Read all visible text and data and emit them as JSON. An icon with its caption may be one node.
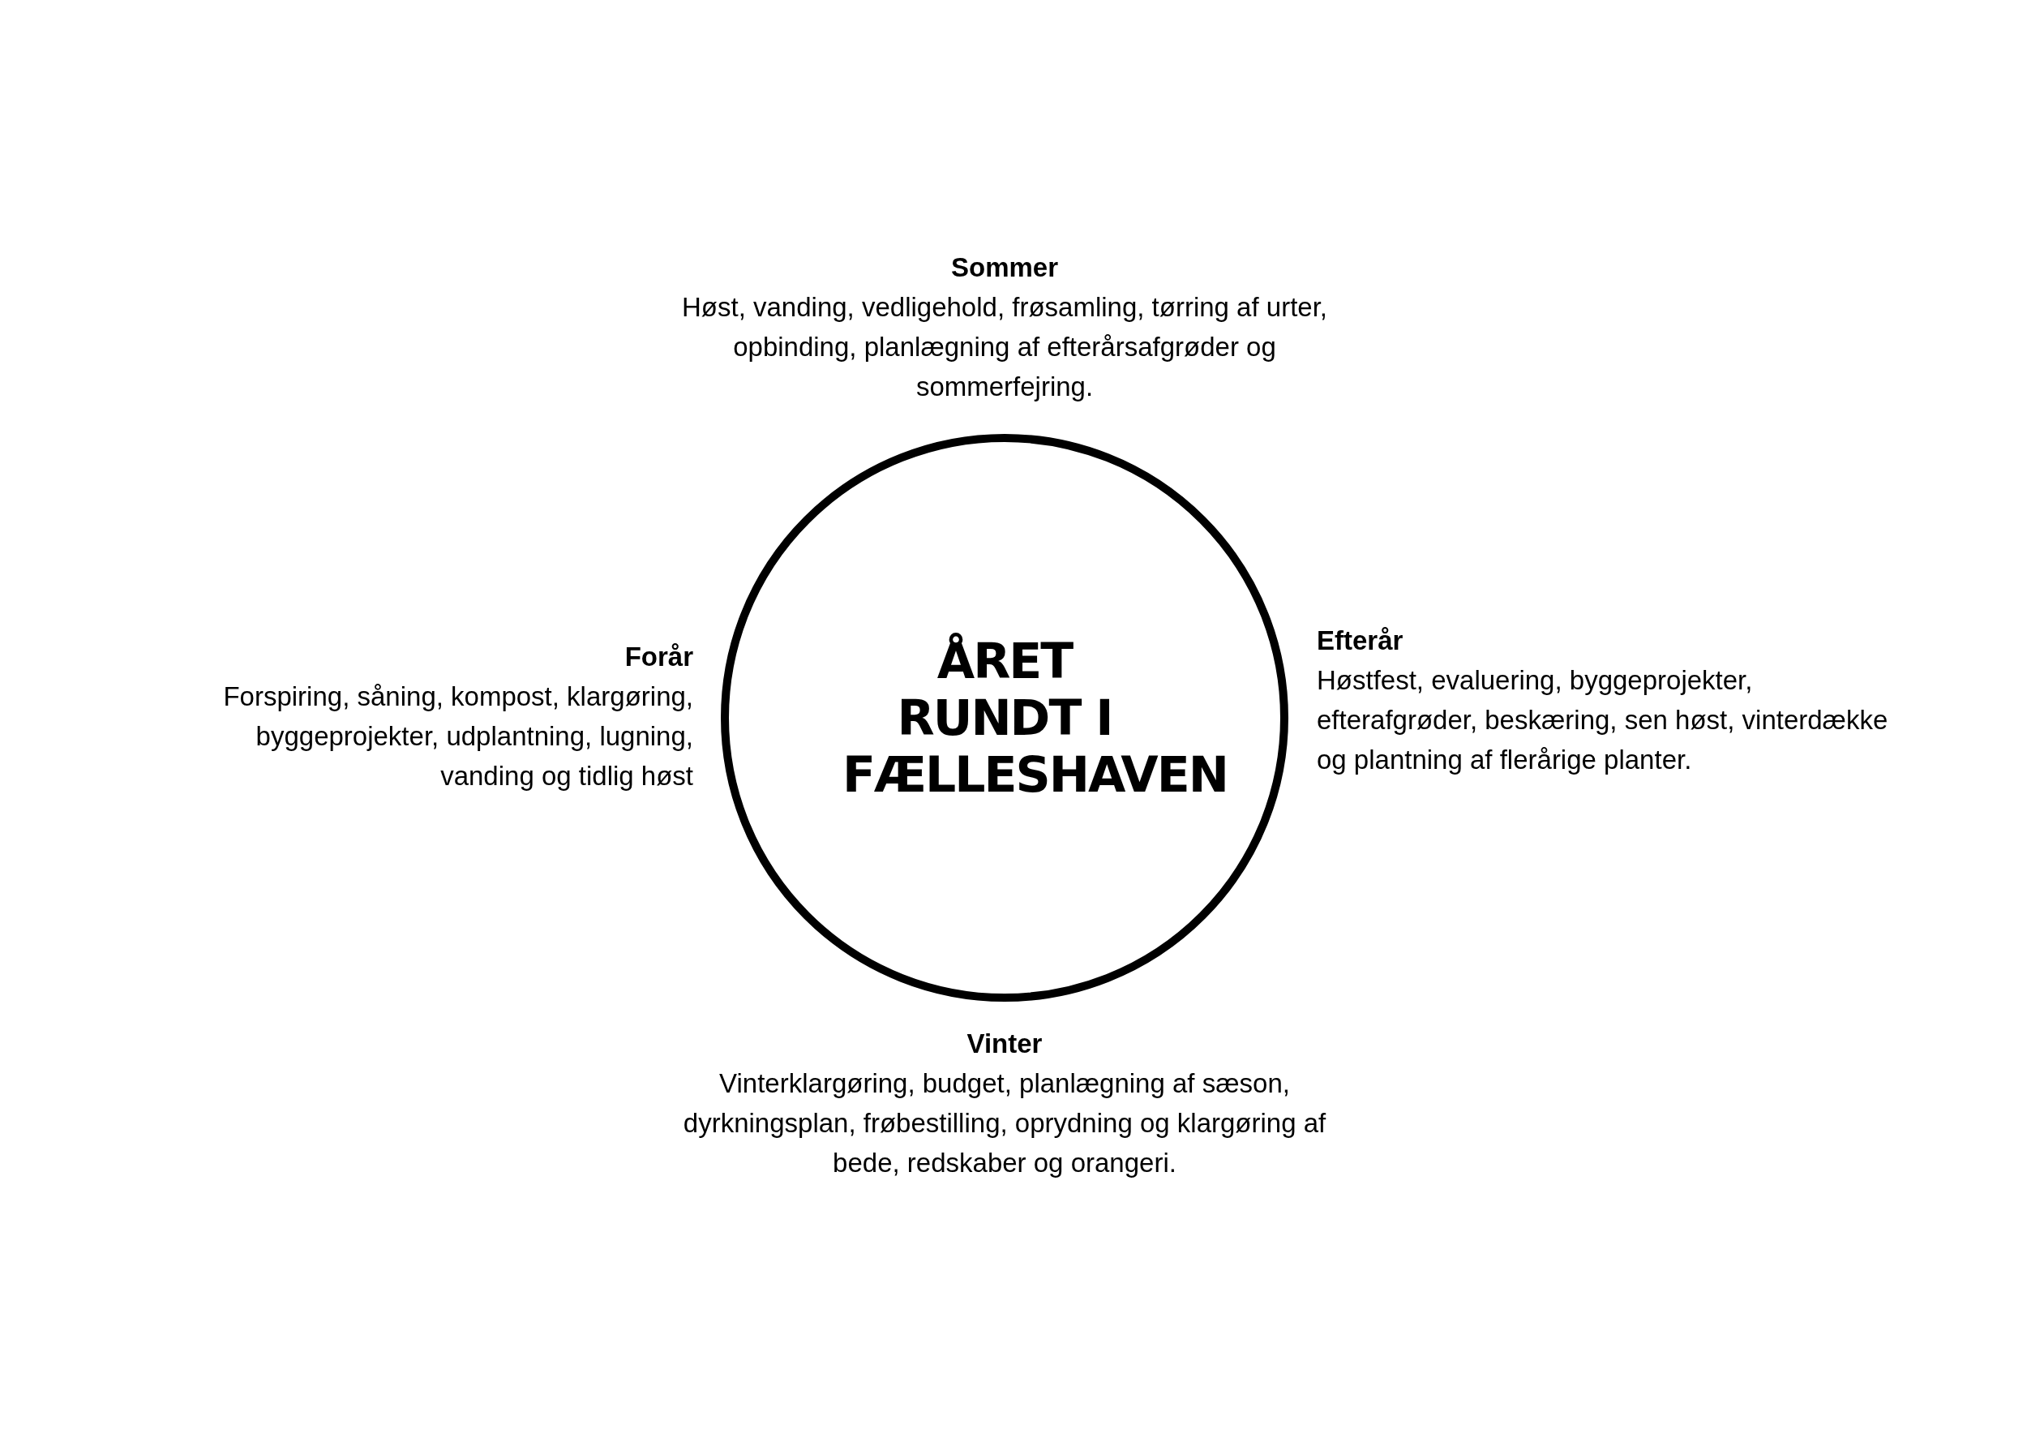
{
  "diagram": {
    "nodes": [
      {
        "text": [
          "ÅRET RUNDT I FÆLLESHAVEN"
        ]
      }
    ],
    "labels": [
      "Sommer",
      "Høst, vanding, vedligehold, frøsamling, tørring af urter, opbinding, planlægning af efterårsafgrøder og sommerfejring.",
      "Forår",
      "Forspiring, såning, kompost, klargøring, byggeprojekter, udplantning, lugning, vanding og tidlig høst",
      "Efterår",
      "Høstfest, evaluering, byggeprojekter, efterafgrøder, beskæring, sen høst, vinterdække og plantning af flerårige planter.",
      "Vinter",
      "Vinterklargøring, budget, planlægning af sæson, dyrkningsplan, frøbestilling, oprydning og klargøring af bede, redskaber og orangeri."
    ]
  }
}
